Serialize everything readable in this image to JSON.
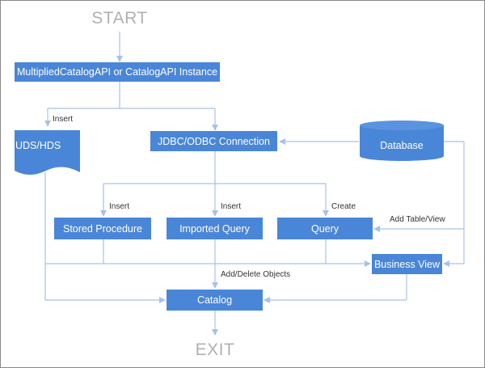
{
  "terminals": {
    "start": "START",
    "exit": "EXIT"
  },
  "nodes": {
    "api_instance": "MultipliedCatalogAPI or CatalogAPI Instance",
    "uds_hds": "UDS/HDS",
    "jdbc_connection": "JDBC/ODBC Connection",
    "database": "Database",
    "stored_procedure": "Stored Procedure",
    "imported_query": "Imported Query",
    "query": "Query",
    "business_view": "Business View",
    "catalog": "Catalog"
  },
  "edge_labels": {
    "insert_uds": "Insert",
    "insert_sp": "Insert",
    "insert_iq": "Insert",
    "create_query": "Create",
    "add_table_view": "Add Table/View",
    "add_delete_objects": "Add/Delete Objects"
  },
  "colors": {
    "box": "#4a86d8",
    "connector": "#a9c1e8",
    "terminal_text": "#b0b0b0"
  }
}
